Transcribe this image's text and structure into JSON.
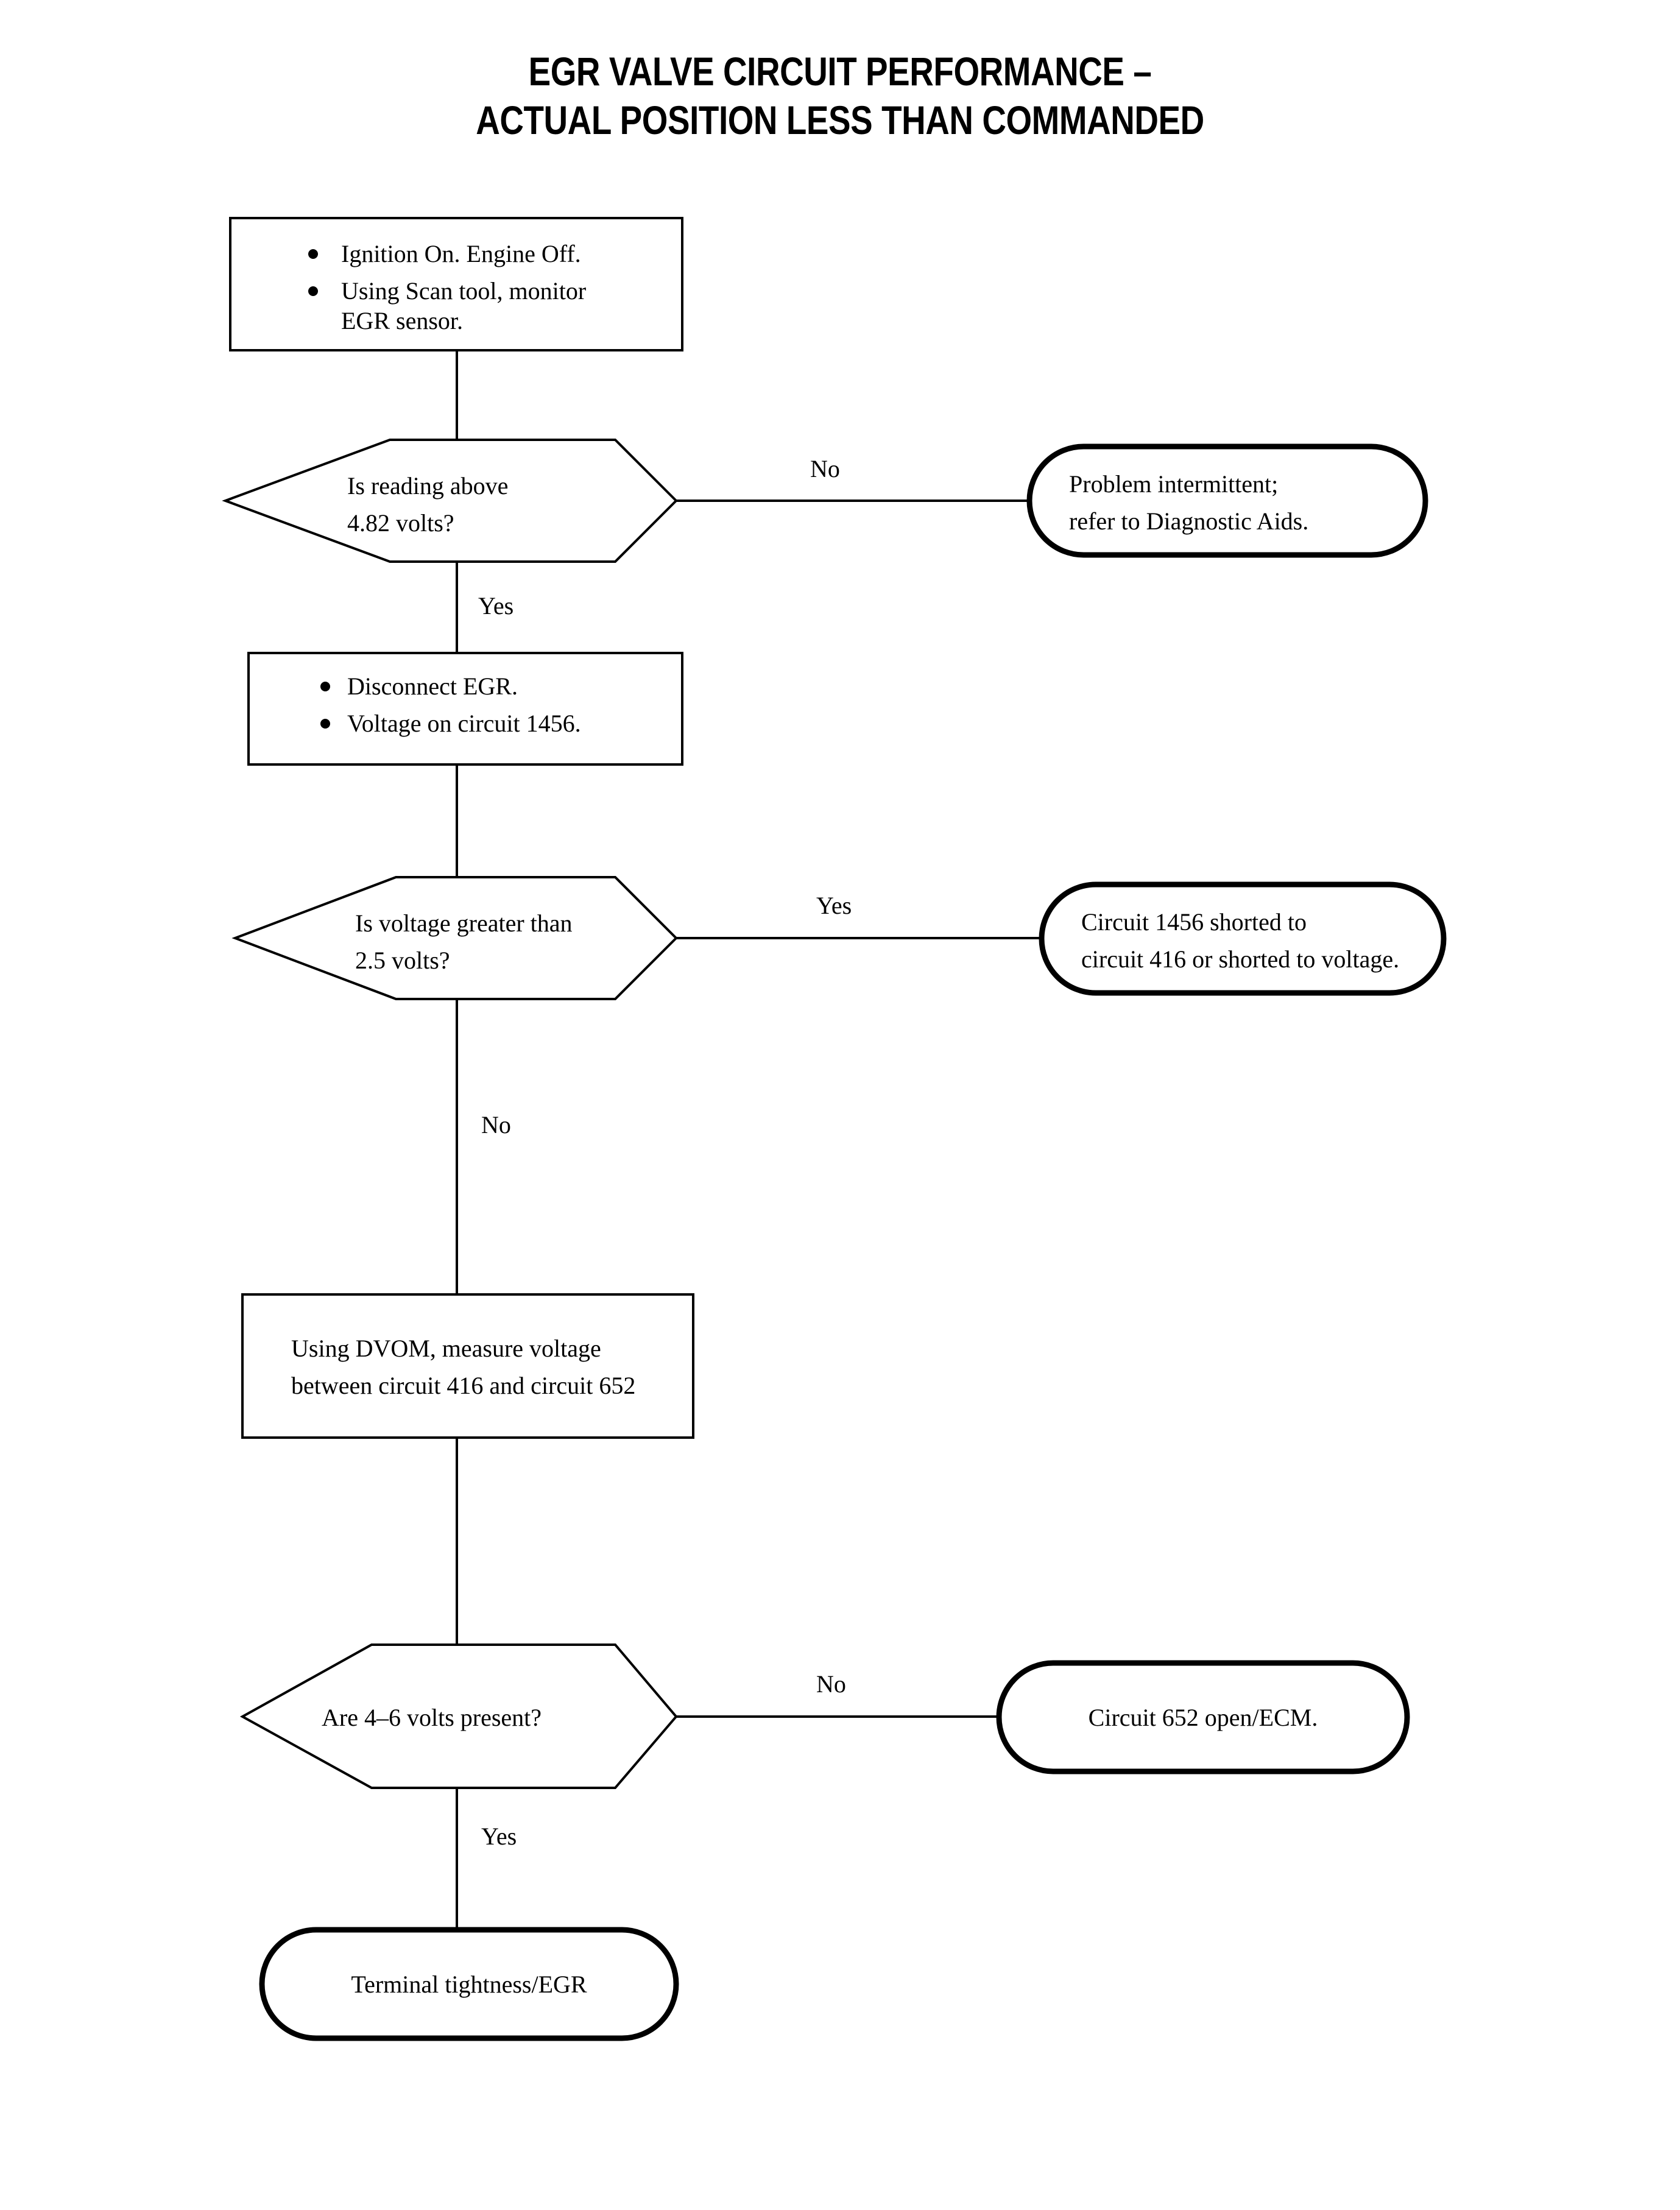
{
  "document": {
    "title_line_1": "EGR VALVE CIRCUIT PERFORMANCE –",
    "title_line_2": "ACTUAL POSITION LESS THAN COMMANDED",
    "background_color": "#ffffff",
    "ink_color": "#000000"
  },
  "chart_data": {
    "type": "diagram",
    "diagram_kind": "flowchart",
    "title": "EGR VALVE CIRCUIT PERFORMANCE – ACTUAL POSITION LESS THAN COMMANDED",
    "orientation": "top-to-bottom",
    "nodes": [
      {
        "id": "step-1",
        "shape": "process-box",
        "bulleted": true,
        "lines": [
          "Ignition On. Engine Off.",
          "Using Scan tool, monitor",
          "EGR sensor."
        ],
        "bullets": [
          "Ignition On. Engine Off.",
          "Using Scan tool, monitor EGR sensor."
        ]
      },
      {
        "id": "decision-1",
        "shape": "hexagon",
        "lines": [
          "Is reading above",
          "4.82 volts?"
        ],
        "text": "Is reading above 4.82 volts?"
      },
      {
        "id": "terminal-1",
        "shape": "rounded-terminator",
        "align": "left",
        "lines": [
          "Problem intermittent;",
          "refer to Diagnostic Aids."
        ],
        "text": "Problem intermittent; refer to Diagnostic Aids."
      },
      {
        "id": "step-2",
        "shape": "process-box",
        "bulleted": true,
        "lines": [
          "Disconnect EGR.",
          "Voltage on circuit 1456."
        ],
        "bullets": [
          "Disconnect EGR.",
          "Voltage on circuit 1456."
        ]
      },
      {
        "id": "decision-2",
        "shape": "hexagon",
        "lines": [
          "Is voltage greater than",
          "2.5 volts?"
        ],
        "text": "Is voltage greater than 2.5 volts?"
      },
      {
        "id": "terminal-2",
        "shape": "rounded-terminator",
        "align": "left",
        "lines": [
          "Circuit 1456 shorted to",
          "circuit 416 or shorted to voltage."
        ],
        "text": "Circuit 1456 shorted to circuit 416 or shorted to voltage."
      },
      {
        "id": "step-3",
        "shape": "process-box",
        "bulleted": false,
        "lines": [
          "Using DVOM, measure voltage",
          "between circuit 416 and circuit 652"
        ],
        "text": "Using DVOM, measure voltage between circuit 416 and circuit 652"
      },
      {
        "id": "decision-3",
        "shape": "hexagon",
        "lines": [
          "Are 4–6 volts present?"
        ],
        "text": "Are 4–6 volts present?"
      },
      {
        "id": "terminal-3",
        "shape": "rounded-terminator",
        "align": "center",
        "lines": [
          "Circuit 652 open/ECM."
        ],
        "text": "Circuit 652 open/ECM."
      },
      {
        "id": "terminal-4",
        "shape": "rounded-terminator",
        "align": "center",
        "lines": [
          "Terminal tightness/EGR"
        ],
        "text": "Terminal tightness/EGR"
      }
    ],
    "edges": [
      {
        "id": "e1",
        "from": "step-1",
        "to": "decision-1",
        "label": "",
        "direction": "down"
      },
      {
        "id": "e2",
        "from": "decision-1",
        "to": "terminal-1",
        "label": "No",
        "direction": "right"
      },
      {
        "id": "e3",
        "from": "decision-1",
        "to": "step-2",
        "label": "Yes",
        "direction": "down"
      },
      {
        "id": "e4",
        "from": "step-2",
        "to": "decision-2",
        "label": "",
        "direction": "down"
      },
      {
        "id": "e5",
        "from": "decision-2",
        "to": "terminal-2",
        "label": "Yes",
        "direction": "right"
      },
      {
        "id": "e6",
        "from": "decision-2",
        "to": "step-3",
        "label": "No",
        "direction": "down"
      },
      {
        "id": "e7",
        "from": "step-3",
        "to": "decision-3",
        "label": "",
        "direction": "down"
      },
      {
        "id": "e8",
        "from": "decision-3",
        "to": "terminal-3",
        "label": "No",
        "direction": "right"
      },
      {
        "id": "e9",
        "from": "decision-3",
        "to": "terminal-4",
        "label": "Yes",
        "direction": "down"
      }
    ],
    "edge_labels": [
      {
        "id": "lbl-no-1",
        "text": "No"
      },
      {
        "id": "lbl-yes-1",
        "text": "Yes"
      },
      {
        "id": "lbl-yes-2",
        "text": "Yes"
      },
      {
        "id": "lbl-no-2",
        "text": "No"
      },
      {
        "id": "lbl-no-3",
        "text": "No"
      },
      {
        "id": "lbl-yes-3",
        "text": "Yes"
      }
    ]
  }
}
